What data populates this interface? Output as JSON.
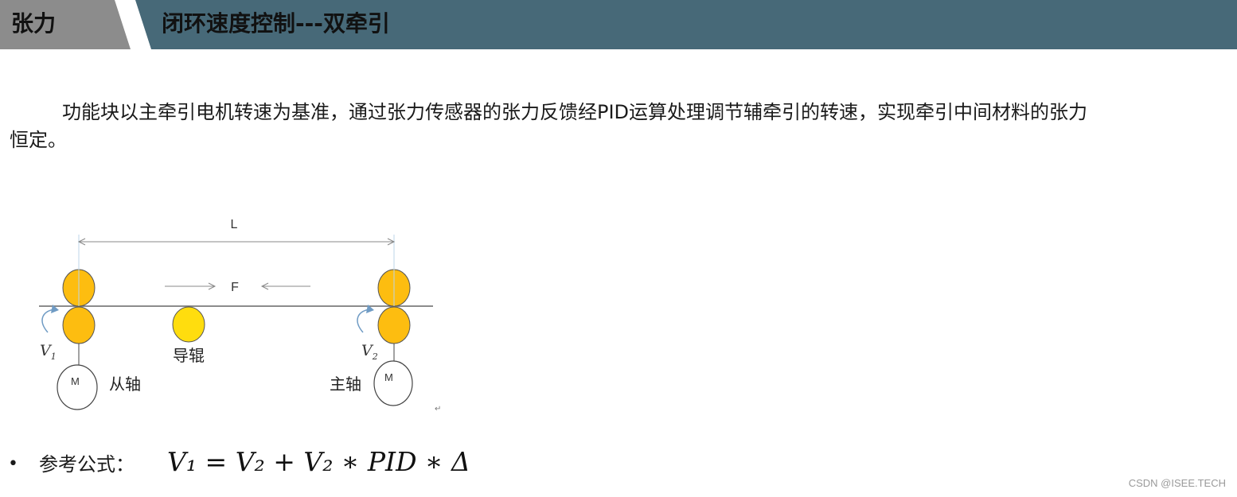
{
  "header": {
    "tag": "张力",
    "title": "闭环速度控制---双牵引",
    "colors": {
      "tag_bg": "#8c8c8c",
      "title_bg": "#476978"
    }
  },
  "body": {
    "paragraph": "功能块以主牵引电机转速为基准，通过张力传感器的张力反馈经PID运算处理调节辅牵引的转速，实现牵引中间材料的张力恒定。"
  },
  "diagram": {
    "length_label": "L",
    "force_label": "F",
    "v1_label": "V",
    "v1_sub": "1",
    "v2_label": "V",
    "v2_sub": "2",
    "guide_roller_label": "导辊",
    "slave_axis_label": "从轴",
    "master_axis_label": "主轴",
    "motor_label": "M",
    "return_mark": "↵",
    "colors": {
      "roller": "#fdbd10",
      "guide_roller": "#ffdd0e",
      "curved_arrow": "#6f9bc4"
    }
  },
  "formula": {
    "bullet": "•",
    "label": "参考公式：",
    "text": "V₁ = V₂ + V₂ ∗ PID ∗ Δ"
  },
  "watermark": "CSDN @ISEE.TECH"
}
